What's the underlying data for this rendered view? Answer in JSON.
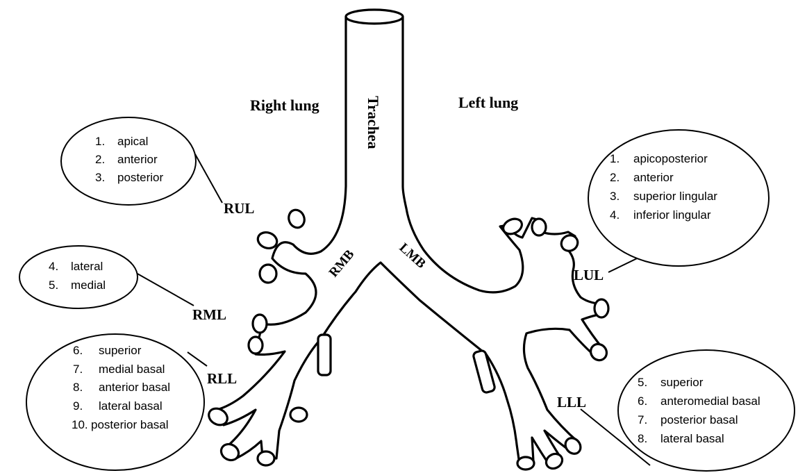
{
  "labels": {
    "right_lung": "Right lung",
    "left_lung": "Left lung",
    "trachea": "Trachea",
    "rmb": "RMB",
    "lmb": "LMB",
    "rul": "RUL",
    "rml": "RML",
    "rll": "RLL",
    "lul": "LUL",
    "lll": "LLL"
  },
  "segments": {
    "rul": [
      {
        "num": "1.",
        "name": "apical"
      },
      {
        "num": "2.",
        "name": "anterior"
      },
      {
        "num": "3.",
        "name": "posterior"
      }
    ],
    "rml": [
      {
        "num": "4.",
        "name": "lateral"
      },
      {
        "num": "5.",
        "name": "medial"
      }
    ],
    "rll": [
      {
        "num": "6.",
        "name": "superior"
      },
      {
        "num": "7.",
        "name": "medial basal"
      },
      {
        "num": "8.",
        "name": "anterior basal"
      },
      {
        "num": "9.",
        "name": "lateral basal"
      },
      {
        "num": "10.",
        "name": "posterior basal"
      }
    ],
    "lul": [
      {
        "num": "1.",
        "name": "apicoposterior"
      },
      {
        "num": "2.",
        "name": "anterior"
      },
      {
        "num": "3.",
        "name": "superior lingular"
      },
      {
        "num": "4.",
        "name": "inferior lingular"
      }
    ],
    "lll": [
      {
        "num": "5.",
        "name": "superior"
      },
      {
        "num": "6.",
        "name": "anteromedial basal"
      },
      {
        "num": "7.",
        "name": "posterior basal"
      },
      {
        "num": "8.",
        "name": "lateral basal"
      }
    ]
  }
}
